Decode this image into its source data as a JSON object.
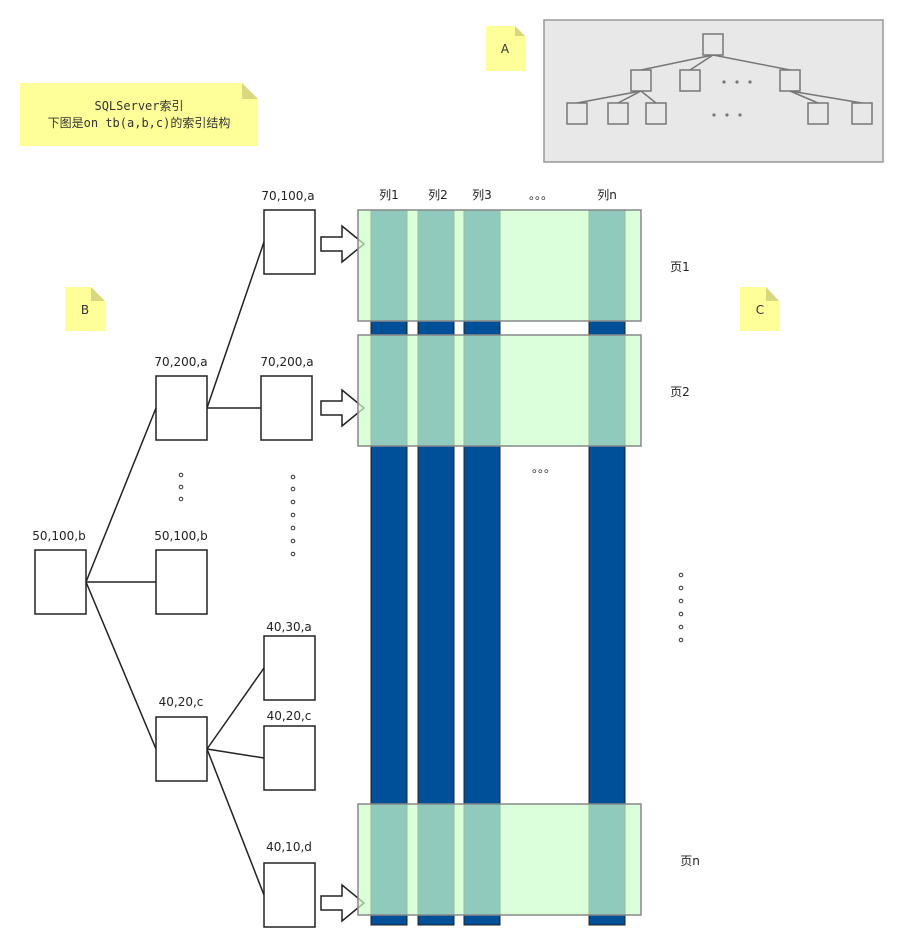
{
  "notes": {
    "a": {
      "label": "A"
    },
    "b": {
      "label": "B"
    },
    "c": {
      "label": "C"
    },
    "main": {
      "line1": "SQLServer索引",
      "line2": "下图是on tb(a,b,c)的索引结构"
    }
  },
  "tree_b": {
    "root": {
      "label": "50,100,b"
    },
    "level1": [
      {
        "label": "70,200,a"
      },
      {
        "label": "50,100,b"
      },
      {
        "label": "40,20,c"
      }
    ],
    "level2": [
      {
        "label": "70,100,a"
      },
      {
        "label": "70,200,a"
      },
      {
        "label": "40,30,a"
      },
      {
        "label": "40,20,c"
      },
      {
        "label": "40,10,d"
      }
    ]
  },
  "columns": {
    "labels": [
      "列1",
      "列2",
      "列3",
      "。。。",
      "列n"
    ]
  },
  "pages": {
    "labels": [
      "页1",
      "页2",
      "页n"
    ]
  },
  "ellipsis": {
    "horizontal": "。。。"
  },
  "colors": {
    "note_bg": "#ffff99",
    "column_blue": "#004f99",
    "page_green": "#ccffcc",
    "page_overlap": "#4da398",
    "tree_panel_bg": "#e8e8e8"
  }
}
